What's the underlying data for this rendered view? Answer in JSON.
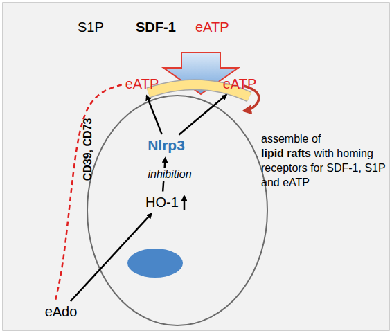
{
  "diagram": {
    "nodes": [
      {
        "text": [
          "eATP"
        ]
      },
      {
        "text": [
          "eATP"
        ]
      },
      {
        "text": [
          "Nlrp3"
        ]
      },
      {
        "text": [
          "HO-1"
        ]
      },
      {
        "text": [
          "eAdo"
        ]
      }
    ],
    "edges": [
      {
        "from": 2,
        "to": 0,
        "arrow": "to"
      },
      {
        "from": 2,
        "to": 1,
        "arrow": "to"
      },
      {
        "from": 3,
        "to": 2,
        "arrow": "to",
        "label": "inhibition"
      },
      {
        "from": 4,
        "to": 3,
        "arrow": "to"
      },
      {
        "from": 0,
        "to": 4,
        "arrow": "none",
        "label": "CD39, CD73"
      }
    ],
    "labels": [
      "S1P",
      "SDF-1",
      "eATP",
      "assemble of",
      "lipid rafts",
      "with homing receptors for SDF-1, S1P and eATP"
    ]
  }
}
